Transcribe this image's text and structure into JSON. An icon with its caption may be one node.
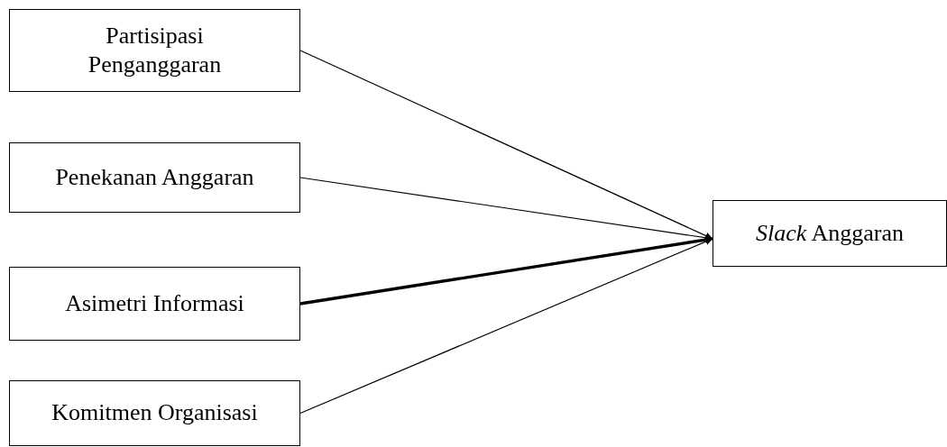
{
  "diagram": {
    "nodes": [
      {
        "text": [
          "Partisipasi Penganggaran"
        ]
      },
      {
        "text": [
          "Penekanan Anggaran"
        ]
      },
      {
        "text": [
          "Asimetri Informasi"
        ]
      },
      {
        "text": [
          "Komitmen Organisasi"
        ]
      },
      {
        "text": [
          "*Slack* Anggaran"
        ]
      }
    ],
    "edges": [
      {
        "from": 0,
        "to": 4,
        "arrow": "to"
      },
      {
        "from": 1,
        "to": 4,
        "arrow": "to"
      },
      {
        "from": 2,
        "to": 4,
        "arrow": "to",
        "style": "thick"
      },
      {
        "from": 3,
        "to": 4,
        "arrow": "to"
      }
    ]
  }
}
